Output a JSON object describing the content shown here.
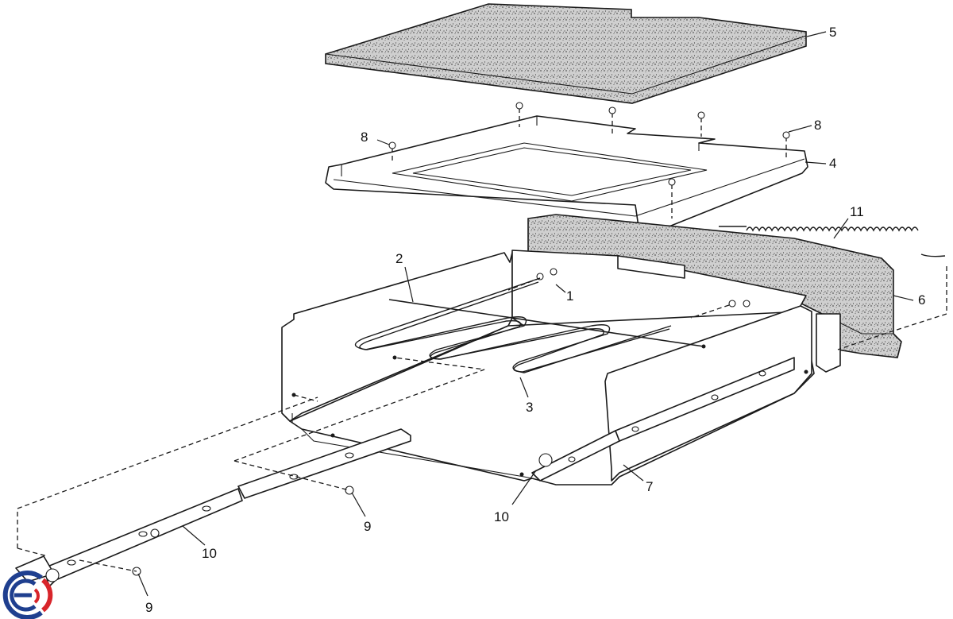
{
  "diagram": {
    "callouts": [
      {
        "id": "c1",
        "label": "1"
      },
      {
        "id": "c2",
        "label": "2"
      },
      {
        "id": "c3",
        "label": "3"
      },
      {
        "id": "c4",
        "label": "4"
      },
      {
        "id": "c5",
        "label": "5"
      },
      {
        "id": "c6",
        "label": "6"
      },
      {
        "id": "c7",
        "label": "7"
      },
      {
        "id": "c8a",
        "label": "8"
      },
      {
        "id": "c8b",
        "label": "8"
      },
      {
        "id": "c9a",
        "label": "9"
      },
      {
        "id": "c9b",
        "label": "9"
      },
      {
        "id": "c10a",
        "label": "10"
      },
      {
        "id": "c10b",
        "label": "10"
      },
      {
        "id": "c11",
        "label": "11"
      }
    ]
  },
  "colors": {
    "line": "#1a1a1a",
    "insulation": "#cfcfcf",
    "logo_blue": "#1f3f8f",
    "logo_red": "#d8252b"
  },
  "icons": {
    "watermark": "brand-logo-icon"
  }
}
